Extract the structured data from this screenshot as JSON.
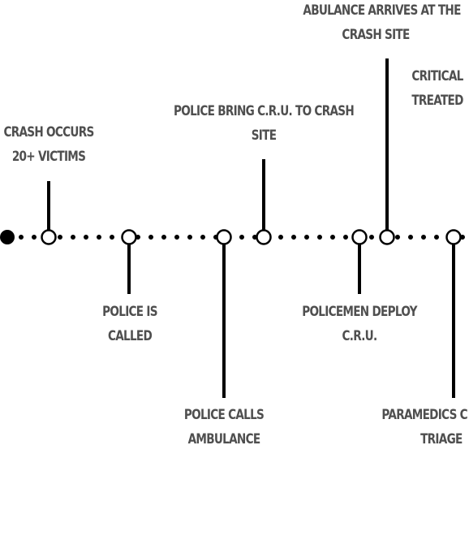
{
  "colors": {
    "line": "#000000",
    "text": "#4f4f4f",
    "background": "#ffffff"
  },
  "events": [
    {
      "id": "crash",
      "lines": [
        "CRASH OCCURS",
        "20+ VICTIMS"
      ]
    },
    {
      "id": "police-called",
      "lines": [
        "POLICE IS",
        "CALLED"
      ]
    },
    {
      "id": "police-calls-ambulance",
      "lines": [
        "POLICE CALLS",
        "AMBULANCE"
      ]
    },
    {
      "id": "police-bring-cru",
      "lines": [
        "POLICE BRING C.R.U. TO CRASH",
        "SITE"
      ]
    },
    {
      "id": "policemen-deploy-cru",
      "lines": [
        "POLICEMEN DEPLOY",
        "C.R.U."
      ]
    },
    {
      "id": "ambulance-arrives",
      "lines": [
        "ABULANCE ARRIVES AT THE",
        "CRASH SITE"
      ]
    },
    {
      "id": "critical-treated",
      "lines": [
        "CRITICAL",
        "TREATED"
      ]
    },
    {
      "id": "paramedics-triage",
      "lines": [
        "PARAMEDICS C",
        "TRIAGE"
      ]
    }
  ]
}
